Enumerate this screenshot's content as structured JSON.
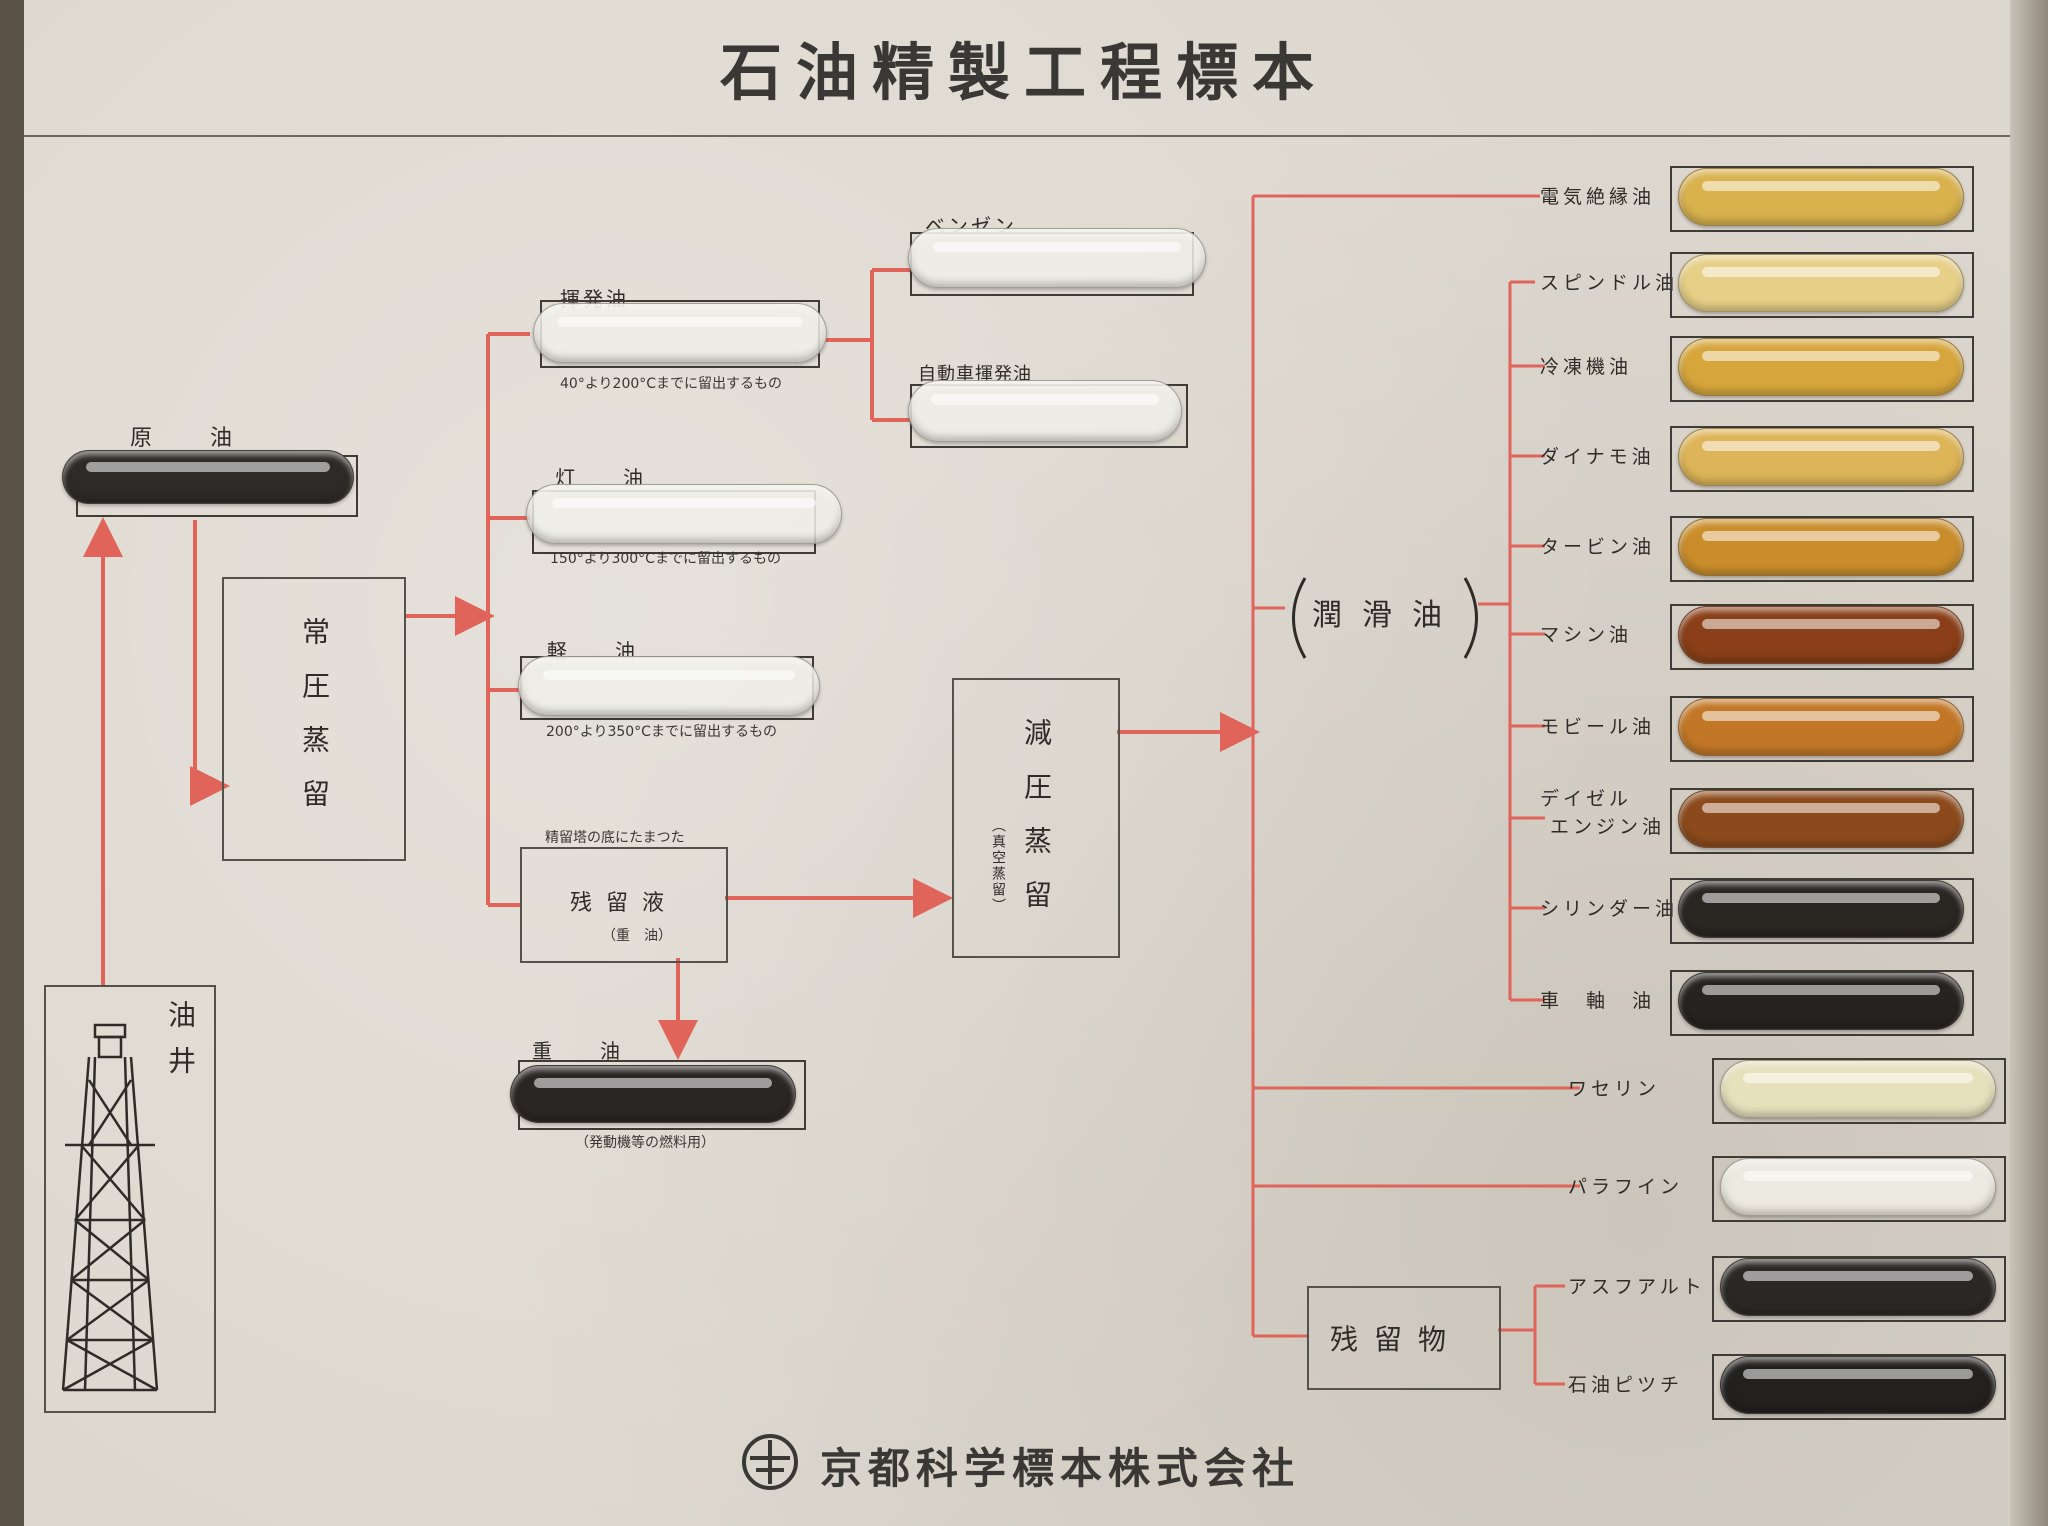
{
  "title": "石油精製工程標本",
  "well": {
    "label": "油井"
  },
  "crude": {
    "label": "原　油"
  },
  "atmospheric": {
    "label": "常圧蒸留"
  },
  "products": {
    "naphtha": {
      "label": "揮発油",
      "note": "40°より200°Cまでに留出するもの"
    },
    "kerosene": {
      "label": "灯　油",
      "note": "150°より300°Cまでに留出するもの"
    },
    "gasoil": {
      "label": "軽　油",
      "note": "200°より350°Cまでに留出するもの"
    },
    "benzine": {
      "label": "ベンゼン"
    },
    "autogas": {
      "label": "自動車揮発油"
    }
  },
  "residue": {
    "caption": "精留塔の底にたまつた",
    "label": "残留液",
    "sub": "（重　油）"
  },
  "heavy": {
    "label": "重　油",
    "note": "（発動機等の燃料用）"
  },
  "vacuum": {
    "label": "減圧蒸留",
    "sub": "（真空蒸留）"
  },
  "lube": {
    "label": "潤滑油"
  },
  "residue2": {
    "label": "残留物"
  },
  "lube_items": [
    {
      "label": "電気絶縁油",
      "color": "#d9b24e"
    },
    {
      "label": "スピンドル油",
      "color": "#e6cf86"
    },
    {
      "label": "冷凍機油",
      "color": "#d6a63c"
    },
    {
      "label": "ダイナモ油",
      "color": "#ddb457"
    },
    {
      "label": "タービン油",
      "color": "#c98d2b"
    },
    {
      "label": "マシン油",
      "color": "#8a3f18"
    },
    {
      "label": "モビール油",
      "color": "#c27726"
    },
    {
      "label": "デイゼル",
      "label2": "エンジン油",
      "color": "#8c4a1c"
    },
    {
      "label": "シリンダー油",
      "color": "#2a2622"
    },
    {
      "label": "車　軸　油",
      "color": "#262320"
    }
  ],
  "other_items": [
    {
      "label": "ワセリン",
      "color": "#e6e0bc"
    },
    {
      "label": "パラフイン",
      "color": "#ece9e0"
    },
    {
      "label": "アスフアルト",
      "color": "#2b2825"
    },
    {
      "label": "石油ピツチ",
      "color": "#232120"
    }
  ],
  "maker": "京都科学標本株式会社",
  "colors": {
    "arrow": "#e0645a",
    "frame": "#3f3b36"
  }
}
